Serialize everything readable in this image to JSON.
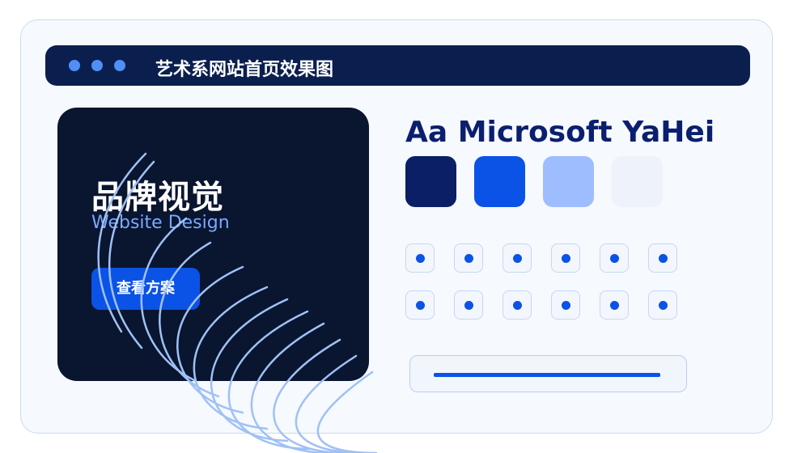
{
  "window": {
    "title": "艺术系网站首页效果图",
    "dots": [
      "window-dot",
      "window-dot",
      "window-dot"
    ]
  },
  "hero": {
    "title": "品牌视觉",
    "subtitle": "Website Design",
    "button_label": "查看方案"
  },
  "typography": {
    "sample": "Aa  Microsoft YaHei"
  },
  "palette": {
    "colors": [
      "#0a1f66",
      "#0b52e6",
      "#9dbdff",
      "#eef3fb"
    ]
  },
  "icon_grid": {
    "rows": 2,
    "cols": 6,
    "icon": "dot-icon"
  },
  "progress": {
    "value": 1.0
  },
  "colors": {
    "accent": "#0b52e6",
    "dark_navy": "#0b1f4f",
    "arc": "#9fc1f5"
  }
}
